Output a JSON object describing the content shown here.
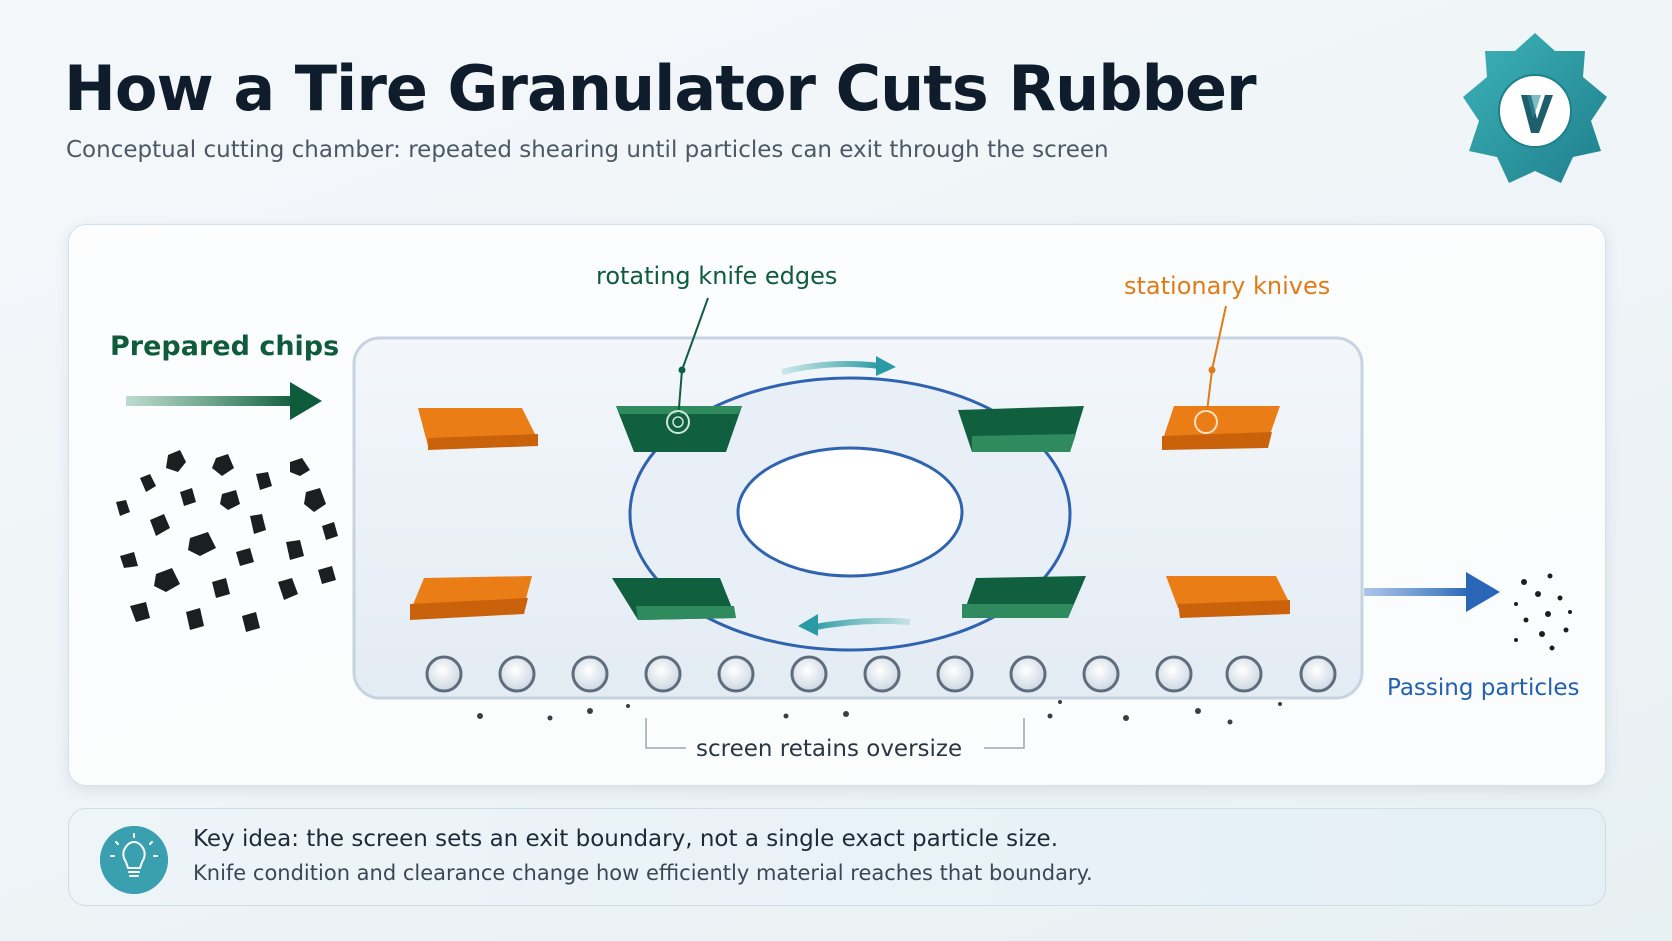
{
  "title": "How a Tire Granulator Cuts Rubber",
  "subtitle": "Conceptual cutting chamber: repeated shearing until particles can exit through the screen",
  "logo": {
    "icon": "gear-logo-icon",
    "color": "#2a9aa4"
  },
  "diagram": {
    "labels": {
      "input": "Prepared chips",
      "rotating": "rotating knife edges",
      "stationary": "stationary knives",
      "screen": "screen retains oversize",
      "output": "Passing particles"
    },
    "colors": {
      "rotating_knife": "#10603f",
      "stationary_knife": "#ea7d16",
      "output_arrow": "#2a66b8",
      "rotor_outline": "#2f63b0"
    }
  },
  "key_idea": {
    "line1": "Key idea: the screen sets an exit boundary, not a single exact particle size.",
    "line2": "Knife condition and clearance change how efficiently material reaches that boundary.",
    "icon": "lightbulb-icon"
  }
}
